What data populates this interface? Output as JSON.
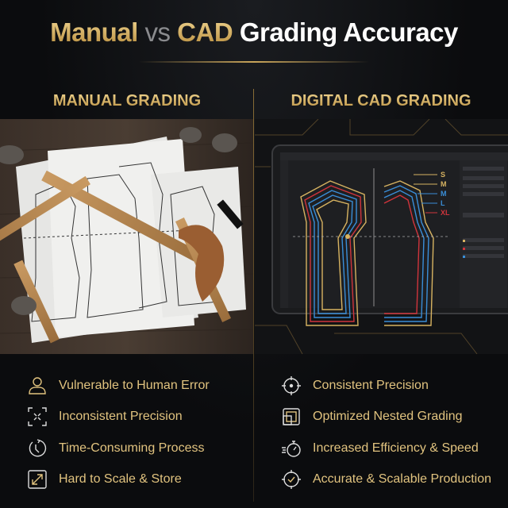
{
  "title": {
    "part1": "Manual",
    "part2": "vs",
    "part3": "CAD",
    "part4": "Grading Accuracy"
  },
  "left": {
    "heading": "MANUAL GRADING",
    "items": [
      {
        "icon": "person-icon",
        "label": "Vulnerable to Human Error"
      },
      {
        "icon": "scan-frame-icon",
        "label": "Inconsistent Precision"
      },
      {
        "icon": "clock-refresh-icon",
        "label": "Time-Consuming Process"
      },
      {
        "icon": "expand-arrows-icon",
        "label": "Hard to Scale & Store"
      }
    ]
  },
  "right": {
    "heading": "DIGITAL CAD GRADING",
    "items": [
      {
        "icon": "crosshair-icon",
        "label": "Consistent Precision"
      },
      {
        "icon": "nested-squares-icon",
        "label": "Optimized Nested Grading"
      },
      {
        "icon": "stopwatch-icon",
        "label": "Increased Efficiency & Speed"
      },
      {
        "icon": "target-check-icon",
        "label": "Accurate & Scalable Production"
      }
    ],
    "size_labels": [
      "S",
      "M",
      "M",
      "L",
      "XL"
    ]
  },
  "colors": {
    "gold": "#d7b361",
    "red": "#d0343c",
    "blue": "#3a8ed8",
    "background": "#0b0c0e"
  }
}
